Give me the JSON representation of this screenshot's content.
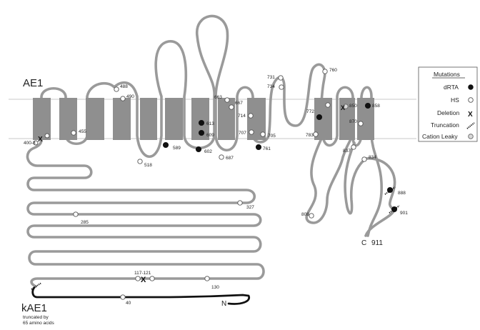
{
  "protein": {
    "name": "AE1",
    "variant_name": "kAE1",
    "variant_note_line1": "truncated by",
    "variant_note_line2": "65 amino acids",
    "n_terminus": "N",
    "c_terminus": "C",
    "c_terminus_residue": "911"
  },
  "legend": {
    "title": "Mutations",
    "items": [
      {
        "label": "dRTA",
        "symbol": "filled-dot"
      },
      {
        "label": "HS",
        "symbol": "open-dot"
      },
      {
        "label": "Deletion",
        "symbol": "X"
      },
      {
        "label": "Truncation",
        "symbol": "hash-mark"
      },
      {
        "label": "Cation Leaky",
        "symbol": "grey-dot"
      }
    ]
  },
  "residue_labels": [
    {
      "id": "r40",
      "text": "40"
    },
    {
      "id": "r117",
      "text": "117-121"
    },
    {
      "id": "r130",
      "text": "130"
    },
    {
      "id": "r285",
      "text": "285"
    },
    {
      "id": "r327",
      "text": "327"
    },
    {
      "id": "r400",
      "text": "400-8"
    },
    {
      "id": "r455",
      "text": "455"
    },
    {
      "id": "r488",
      "text": "488"
    },
    {
      "id": "r490",
      "text": "490"
    },
    {
      "id": "r518",
      "text": "518"
    },
    {
      "id": "r589",
      "text": "589"
    },
    {
      "id": "r602",
      "text": "602"
    },
    {
      "id": "r609",
      "text": "609"
    },
    {
      "id": "r613",
      "text": "613"
    },
    {
      "id": "r663",
      "text": "663"
    },
    {
      "id": "r667",
      "text": "667"
    },
    {
      "id": "r687",
      "text": "687"
    },
    {
      "id": "r705",
      "text": "705"
    },
    {
      "id": "r707",
      "text": "707"
    },
    {
      "id": "r714",
      "text": "714"
    },
    {
      "id": "r731",
      "text": "731"
    },
    {
      "id": "r734",
      "text": "734"
    },
    {
      "id": "r760",
      "text": "760"
    },
    {
      "id": "r761",
      "text": "761"
    },
    {
      "id": "r772",
      "text": "772"
    },
    {
      "id": "r783",
      "text": "783"
    },
    {
      "id": "r808",
      "text": "808"
    },
    {
      "id": "r834",
      "text": "834"
    },
    {
      "id": "r837",
      "text": "837"
    },
    {
      "id": "r850",
      "text": "850"
    },
    {
      "id": "r858",
      "text": "858"
    },
    {
      "id": "r870",
      "text": "870"
    },
    {
      "id": "r888",
      "text": "888"
    },
    {
      "id": "r901",
      "text": "901"
    }
  ],
  "colors": {
    "chain": "#9a9a9a",
    "tm_segment": "#8f8f8f",
    "membrane_line": "#b8b8b8",
    "kAE1_segment": "#111111"
  }
}
